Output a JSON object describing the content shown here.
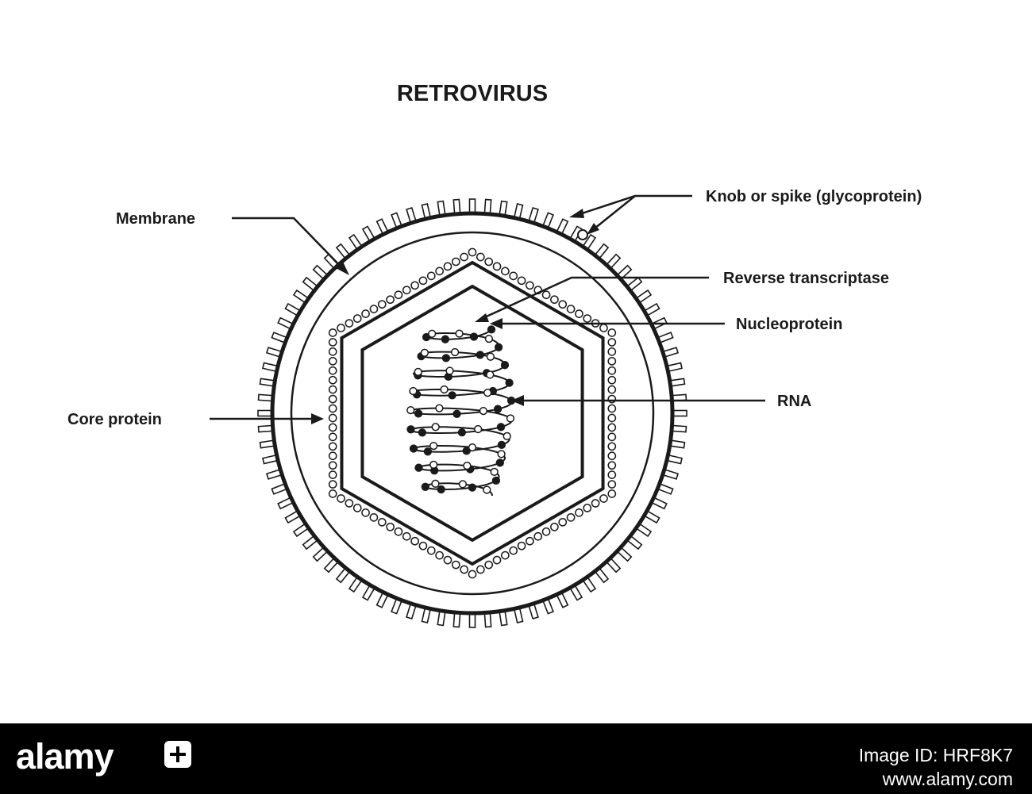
{
  "title": "RETROVIRUS",
  "labels": {
    "membrane": "Membrane",
    "knob": "Knob or spike (glycoprotein)",
    "reverse_transcriptase": "Reverse transcriptase",
    "nucleoprotein": "Nucleoprotein",
    "rna": "RNA",
    "core_protein": "Core protein"
  },
  "watermark": {
    "brand": "alamy",
    "image_id": "Image ID: HRF8K7",
    "site": "www.alamy.com"
  },
  "colors": {
    "ink": "#1a1a1a",
    "background": "#ffffff",
    "footer": "#000000"
  }
}
